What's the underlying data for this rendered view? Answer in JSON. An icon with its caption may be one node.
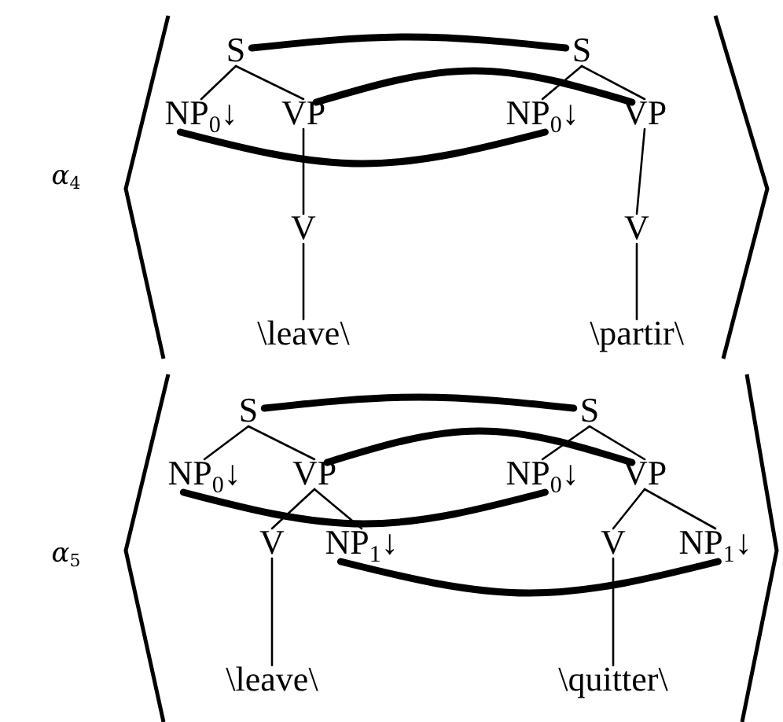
{
  "diagram": {
    "nodes": [
      {
        "text": [
          "S"
        ]
      },
      {
        "text": [
          "NP$_{0}$↓"
        ]
      },
      {
        "text": [
          "VP"
        ]
      },
      {
        "text": [
          "V"
        ]
      },
      {
        "text": [
          "\\leave\\"
        ]
      },
      {
        "text": [
          "S"
        ]
      },
      {
        "text": [
          "NP$_{0}$↓"
        ]
      },
      {
        "text": [
          "VP"
        ]
      },
      {
        "text": [
          "V"
        ]
      },
      {
        "text": [
          "\\partir\\"
        ]
      },
      {
        "text": [
          "S"
        ]
      },
      {
        "text": [
          "NP$_{0}$↓"
        ]
      },
      {
        "text": [
          "VP"
        ]
      },
      {
        "text": [
          "V"
        ]
      },
      {
        "text": [
          "NP$_{1}$↓"
        ]
      },
      {
        "text": [
          "\\leave\\"
        ]
      },
      {
        "text": [
          "S"
        ]
      },
      {
        "text": [
          "NP$_{0}$↓"
        ]
      },
      {
        "text": [
          "VP"
        ]
      },
      {
        "text": [
          "V"
        ]
      },
      {
        "text": [
          "NP$_{1}$↓"
        ]
      },
      {
        "text": [
          "\\quitter\\"
        ]
      }
    ],
    "edges": [
      {
        "from": 0,
        "to": 1,
        "arrow": "none"
      },
      {
        "from": 0,
        "to": 2,
        "arrow": "none"
      },
      {
        "from": 2,
        "to": 3,
        "arrow": "none"
      },
      {
        "from": 3,
        "to": 4,
        "arrow": "none"
      },
      {
        "from": 5,
        "to": 6,
        "arrow": "none"
      },
      {
        "from": 5,
        "to": 7,
        "arrow": "none"
      },
      {
        "from": 7,
        "to": 8,
        "arrow": "none"
      },
      {
        "from": 8,
        "to": 9,
        "arrow": "none"
      },
      {
        "from": 0,
        "to": 5,
        "arrow": "none",
        "style": "thick"
      },
      {
        "from": 2,
        "to": 7,
        "arrow": "none",
        "style": "thick"
      },
      {
        "from": 1,
        "to": 6,
        "arrow": "none",
        "style": "thick"
      },
      {
        "from": 10,
        "to": 11,
        "arrow": "none"
      },
      {
        "from": 10,
        "to": 12,
        "arrow": "none"
      },
      {
        "from": 12,
        "to": 13,
        "arrow": "none"
      },
      {
        "from": 12,
        "to": 14,
        "arrow": "none"
      },
      {
        "from": 13,
        "to": 15,
        "arrow": "none"
      },
      {
        "from": 16,
        "to": 17,
        "arrow": "none"
      },
      {
        "from": 16,
        "to": 18,
        "arrow": "none"
      },
      {
        "from": 18,
        "to": 19,
        "arrow": "none"
      },
      {
        "from": 18,
        "to": 20,
        "arrow": "none"
      },
      {
        "from": 19,
        "to": 21,
        "arrow": "none"
      },
      {
        "from": 10,
        "to": 16,
        "arrow": "none",
        "style": "thick"
      },
      {
        "from": 12,
        "to": 18,
        "arrow": "none",
        "style": "thick"
      },
      {
        "from": 11,
        "to": 17,
        "arrow": "none",
        "style": "thick"
      },
      {
        "from": 14,
        "to": 20,
        "arrow": "none",
        "style": "thick"
      }
    ],
    "labels": [
      "α$_{4}$",
      "α$_{5}$"
    ]
  }
}
